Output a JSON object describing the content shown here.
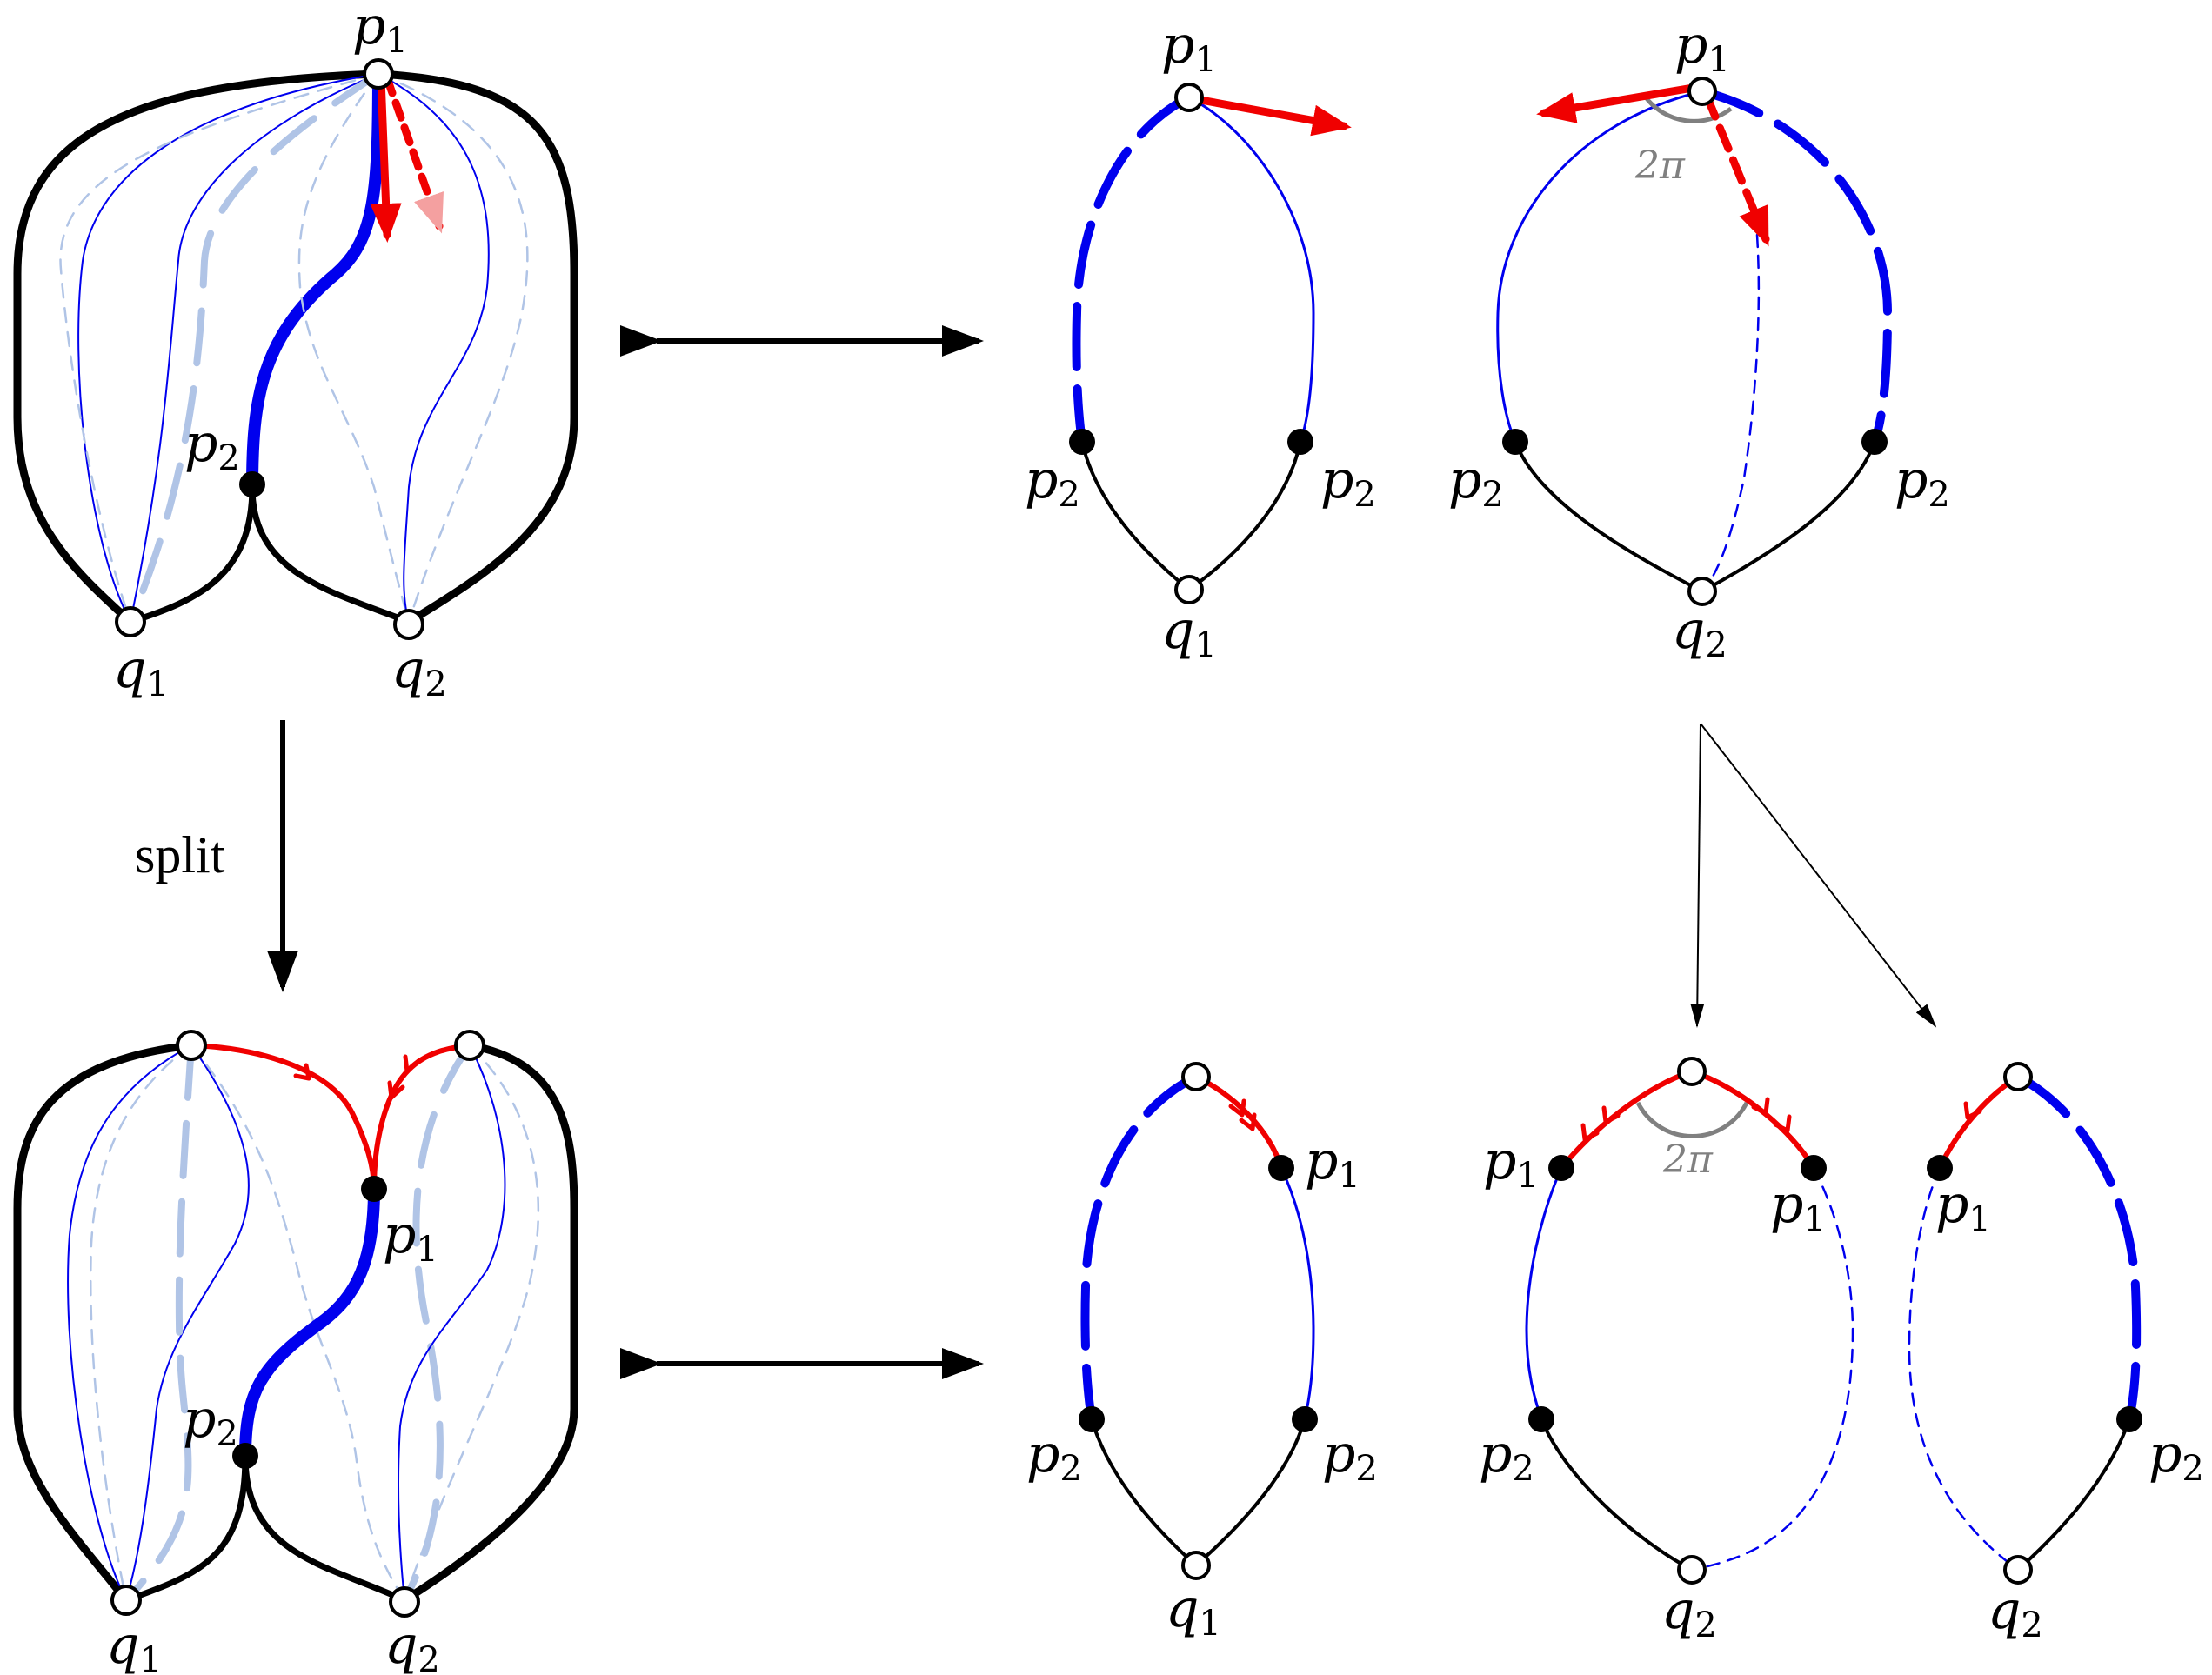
{
  "labels": {
    "p": "p",
    "q": "q",
    "sub1": "1",
    "sub2": "2",
    "angle": "2π",
    "split": "split"
  },
  "colors": {
    "blue": "#0000ee",
    "light_blue": "#b0c4e6",
    "red": "#f00000",
    "pink": "#f4a0a0",
    "gray": "#808080",
    "black": "#000000"
  }
}
